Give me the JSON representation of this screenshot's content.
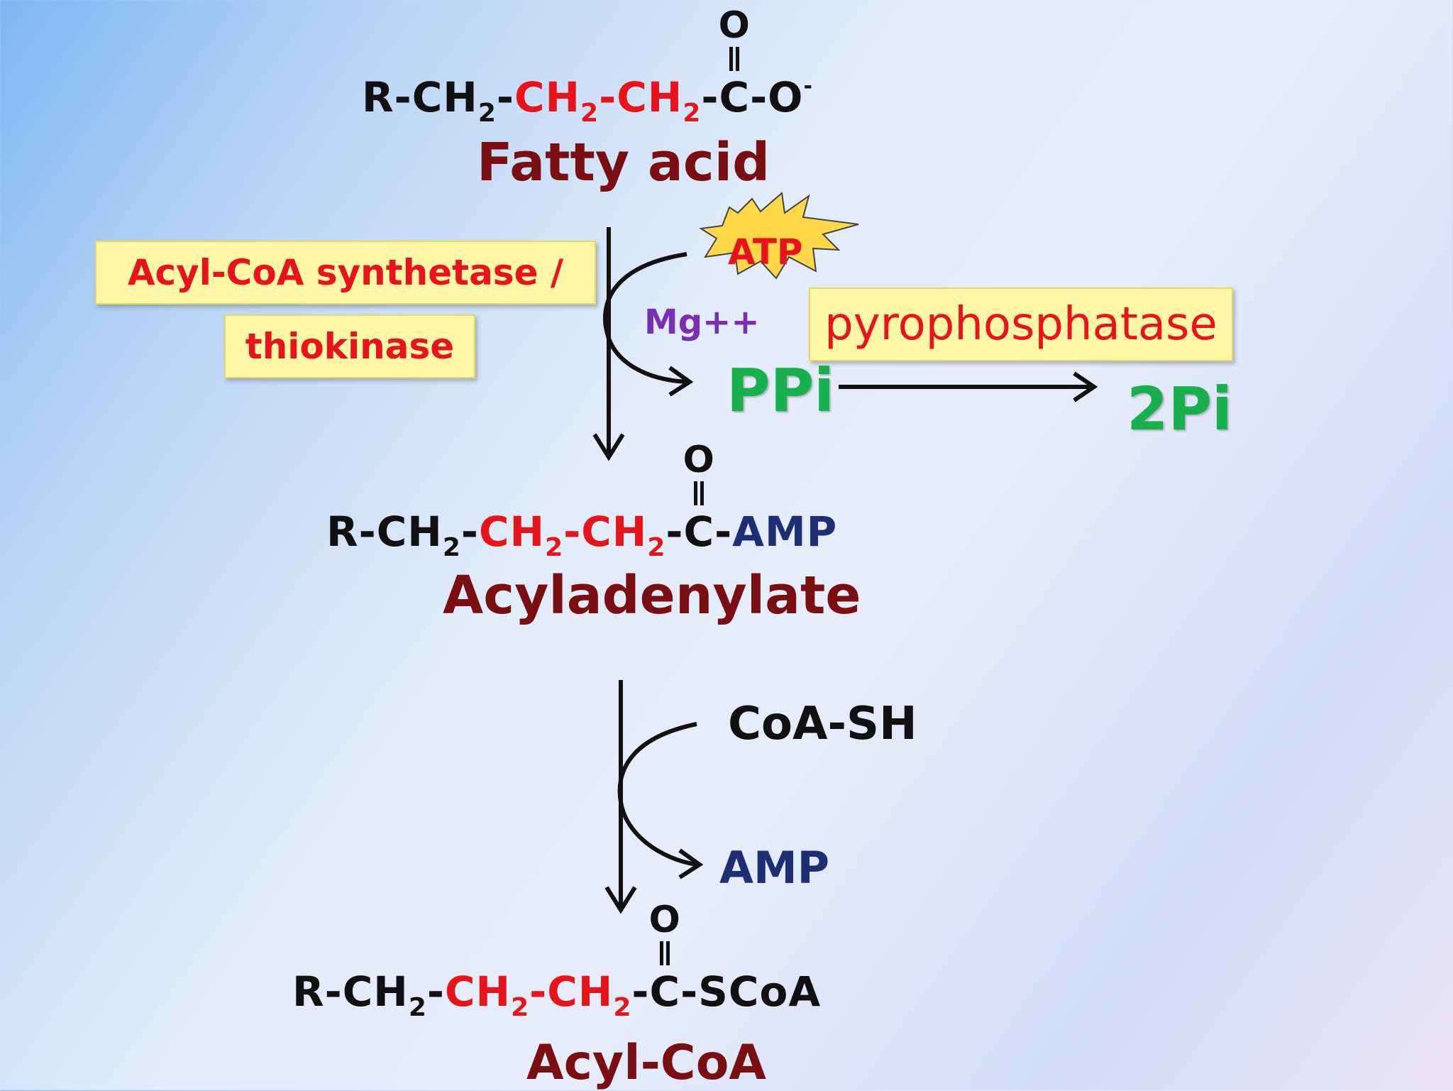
{
  "fatty_acid": {
    "r_ch2": "R-CH",
    "sub1": "2",
    "dash1": "-",
    "ch2_a": "CH",
    "sub2": "2",
    "dash2": "-",
    "ch2_b": "CH",
    "sub3": "2",
    "dash3": "-",
    "carbon": "C",
    "oxygen": "O",
    "tail": "-O",
    "charge": "-",
    "name": "Fatty acid"
  },
  "enzyme": {
    "line1": "Acyl-CoA synthetase /",
    "line2": "thiokinase"
  },
  "step1": {
    "atp": "ATP",
    "cofactor": "Mg++",
    "ppi": "PPi",
    "pyrophosphatase": "pyrophosphatase",
    "product": "2Pi"
  },
  "acyladenylate": {
    "r_ch2": "R-CH",
    "sub1": "2",
    "dash1": "-",
    "ch2_a": "CH",
    "sub2": "2",
    "dash2": "-",
    "ch2_b": "CH",
    "sub3": "2",
    "dash3": "-",
    "carbon": "C",
    "oxygen": "O",
    "dash4": "-",
    "amp": "AMP",
    "name": "Acyladenylate"
  },
  "step2": {
    "coa_sh": "CoA-SH",
    "amp": "AMP"
  },
  "acyl_coa": {
    "r_ch2": "R-CH",
    "sub1": "2",
    "dash1": "-",
    "ch2_a": "CH",
    "sub2": "2",
    "dash2": "-",
    "ch2_b": "CH",
    "sub3": "2",
    "dash3": "-",
    "carbon": "C",
    "oxygen": "O",
    "tail": "-SCoA",
    "name": "Acyl-CoA"
  },
  "colors": {
    "black": "#111111",
    "red": "#e8141c",
    "maroon": "#7a0f12",
    "green": "#17b04d",
    "purple": "#7a2fb0",
    "navy": "#1c2f73",
    "highlight": "#fff6a6",
    "atp_burst": "#ffd84a"
  },
  "icons": [
    "arrow-down-icon",
    "curved-arrow-icon",
    "arrow-right-icon",
    "starburst-icon"
  ]
}
